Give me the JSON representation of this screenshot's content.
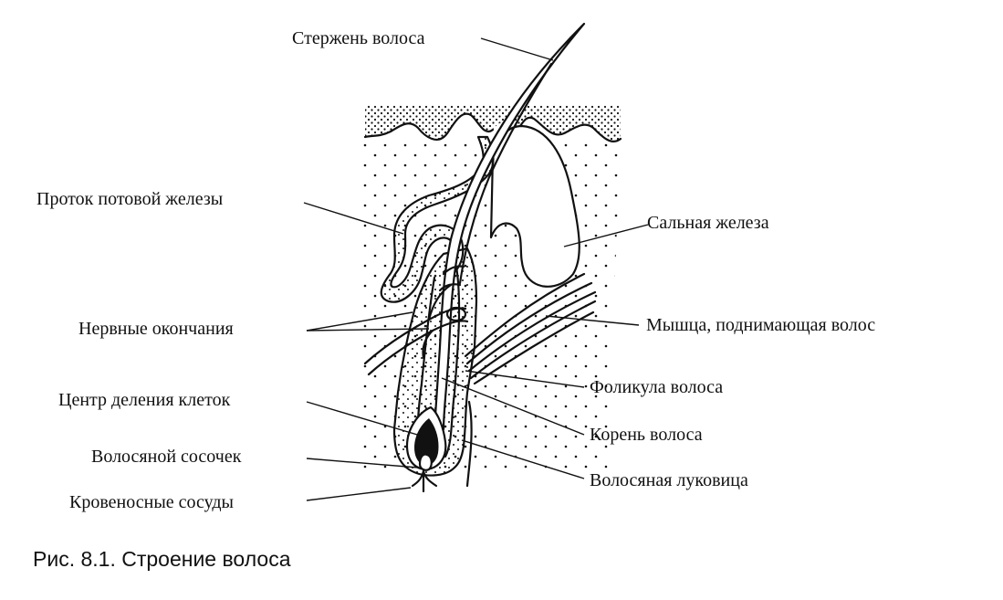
{
  "diagram": {
    "labels": {
      "shaft": "Стержень волоса",
      "sweat_duct": "Проток потовой железы",
      "sebaceous_gland": "Сальная железа",
      "nerve_endings": "Нервные окончания",
      "arrector_muscle": "Мышца, поднимающая волос",
      "follicle": "Фоликула волоса",
      "cell_division_center": "Центр деления клеток",
      "root": "Корень волоса",
      "papilla": "Волосяной сосочек",
      "bulb": "Волосяная луковица",
      "blood_vessels": "Кровеносные сосуды"
    },
    "caption": "Рис. 8.1. Строение волоса"
  }
}
